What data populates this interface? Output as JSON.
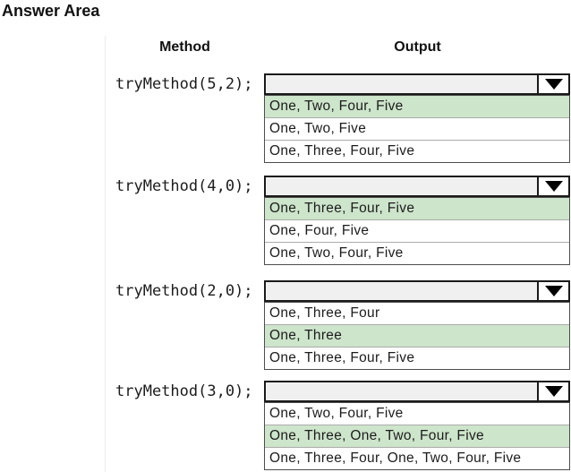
{
  "title": "Answer Area",
  "columns": {
    "method": "Method",
    "output": "Output"
  },
  "colors": {
    "highlight": "#cde5cb",
    "combo_fill": "#f0f0f0",
    "border": "#1a1a1a"
  },
  "icons": {
    "dropdown": "caret-down-triangle"
  },
  "dropdown_value": "",
  "groups": [
    {
      "method": "tryMethod(5,2);",
      "options": [
        {
          "label": "One, Two, Four, Five",
          "selected": true
        },
        {
          "label": "One, Two, Five",
          "selected": false
        },
        {
          "label": "One, Three, Four, Five",
          "selected": false
        }
      ]
    },
    {
      "method": "tryMethod(4,0);",
      "options": [
        {
          "label": "One, Three, Four, Five",
          "selected": true
        },
        {
          "label": "One, Four, Five",
          "selected": false
        },
        {
          "label": "One, Two, Four, Five",
          "selected": false
        }
      ]
    },
    {
      "method": "tryMethod(2,0);",
      "options": [
        {
          "label": "One, Three, Four",
          "selected": false
        },
        {
          "label": "One, Three",
          "selected": true
        },
        {
          "label": "One, Three, Four, Five",
          "selected": false
        }
      ]
    },
    {
      "method": "tryMethod(3,0);",
      "options": [
        {
          "label": "One, Two, Four, Five",
          "selected": false
        },
        {
          "label": "One, Three, One, Two, Four, Five",
          "selected": true
        },
        {
          "label": "One, Three, Four, One, Two, Four, Five",
          "selected": false
        }
      ]
    }
  ]
}
